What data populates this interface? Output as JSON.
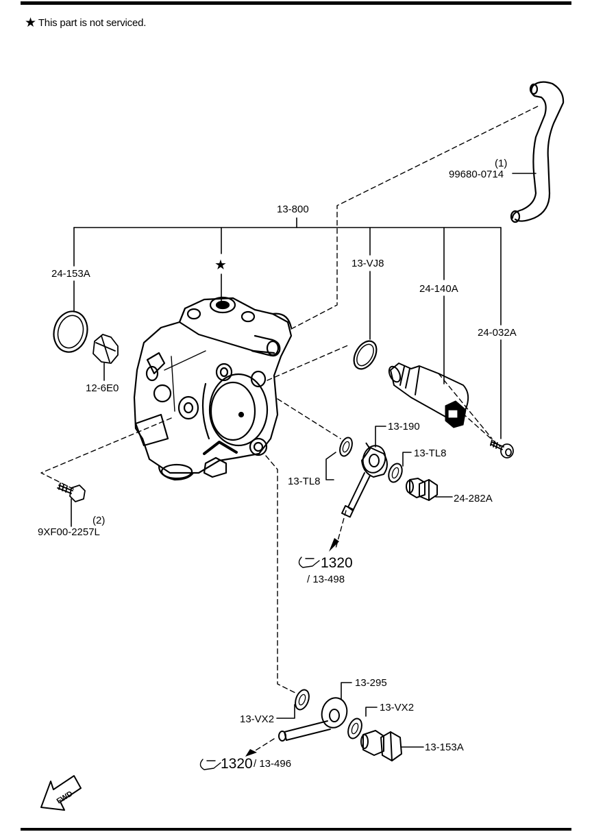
{
  "note": {
    "star": "★",
    "text": "This part is not serviced."
  },
  "star_mark": "★",
  "labels": {
    "assembly": "13-800",
    "hose_qty": "(1)",
    "hose_part": "99680-0714",
    "oring_left": "24-153A",
    "coupling": "12-6E0",
    "oring_right": "13-VJ8",
    "valve": "24-140A",
    "valve_bolt": "24-032A",
    "washer_a": "13-TL8",
    "fitting_a": "13-190",
    "washer_b": "13-TL8",
    "plug_a": "24-282A",
    "bolt_qty": "(2)",
    "bolt_part": "9XF00-2257L",
    "ref_a_num": "1320",
    "ref_a_sub": "/ 13-498",
    "fitting_b": "13-295",
    "washer_c": "13-VX2",
    "washer_d": "13-VX2",
    "plug_b": "13-153A",
    "ref_b_num": "1320",
    "ref_b_sub": "/ 13-496",
    "fwd": "FWD"
  },
  "icons": [
    "star-icon",
    "reference-arrow-icon",
    "fwd-arrow-icon"
  ]
}
